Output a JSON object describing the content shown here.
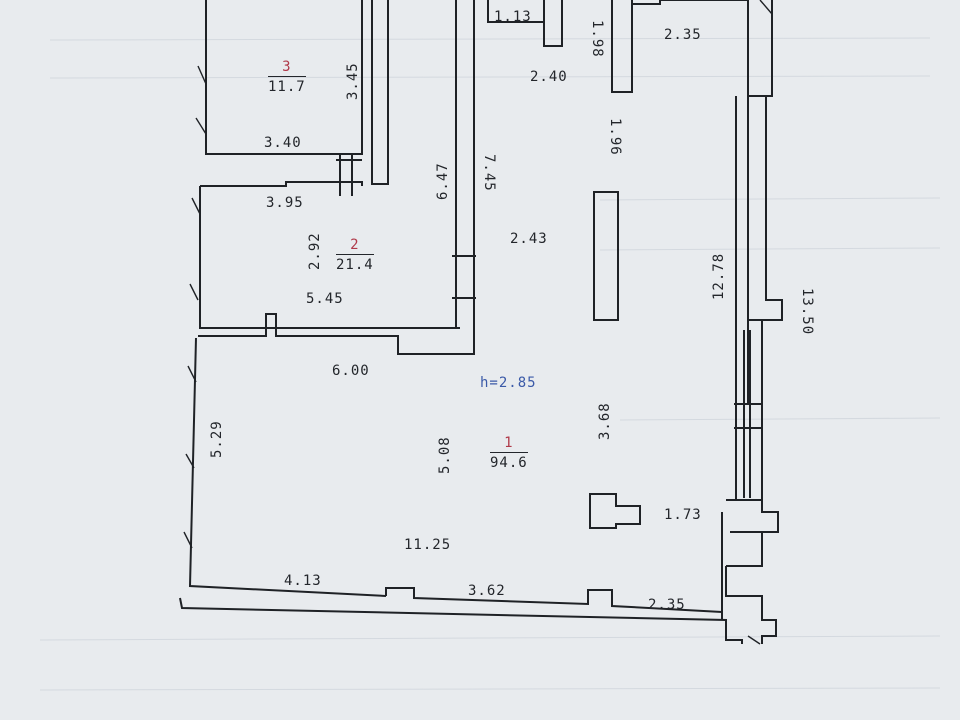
{
  "rooms": [
    {
      "number": "1",
      "area": "94.6"
    },
    {
      "number": "2",
      "area": "21.4"
    },
    {
      "number": "3",
      "area": "11.7"
    }
  ],
  "ceiling_height": "h=2.85",
  "dimensions": {
    "r3_width": "3.40",
    "r3_height": "3.45",
    "r2_top": "3.95",
    "r2_height": "2.92",
    "r2_bottom": "5.45",
    "corridor_a": "6.47",
    "corridor_b": "7.45",
    "top_1_13": "1.13",
    "top_1_98": "1.98",
    "top_2_35": "2.35",
    "top_2_40": "2.40",
    "mid_1_96": "1.96",
    "mid_2_43": "2.43",
    "right_12_78": "12.78",
    "right_13_50": "13.50",
    "main_top": "6.00",
    "main_left": "5.29",
    "main_5_08": "5.08",
    "main_3_68": "3.68",
    "main_1_73": "1.73",
    "main_width": "11.25",
    "bottom_4_13": "4.13",
    "bottom_3_62": "3.62",
    "bottom_2_35": "2.35"
  }
}
